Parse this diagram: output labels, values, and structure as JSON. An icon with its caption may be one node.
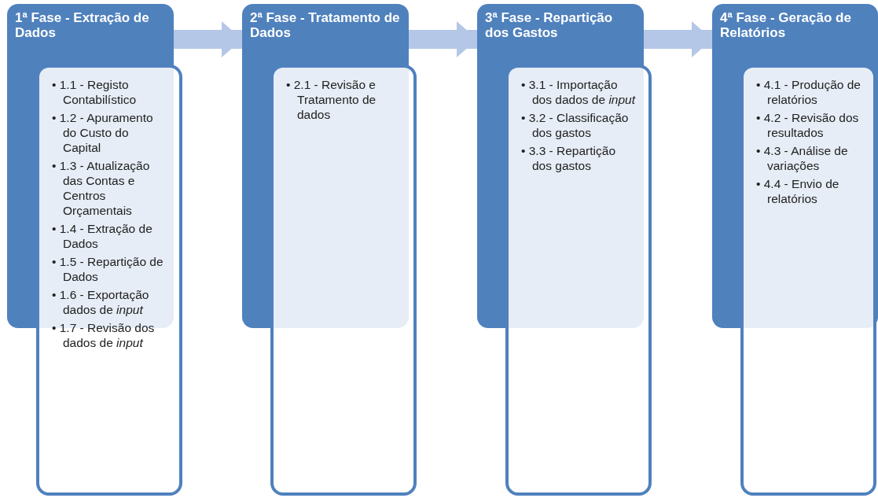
{
  "diagram": {
    "nodes": [
      {
        "text": [
          "1ª Fase - Extração de Dados"
        ]
      },
      {
        "text": [
          "• 1.1 - Registo Contabilístico",
          "• 1.2 - Apuramento do Custo do Capital",
          "• 1.3 - Atualização das Contas e Centros Orçamentais",
          "• 1.4 - Extração de Dados",
          "• 1.5 - Repartição de Dados",
          "• 1.6 - Exportação dados de *input*",
          "• 1.7 - Revisão dos dados de *input*"
        ]
      },
      {
        "text": [
          "2ª Fase - Tratamento de Dados"
        ]
      },
      {
        "text": [
          "• 2.1 - Revisão e Tratamento de dados"
        ]
      },
      {
        "text": [
          "3ª Fase - Repartição dos Gastos"
        ]
      },
      {
        "text": [
          "• 3.1 - Importação dos dados de *input*",
          "• 3.2 - Classificação dos gastos",
          "• 3.3 - Repartição dos gastos"
        ]
      },
      {
        "text": [
          "4ª Fase - Geração de Relatórios"
        ]
      },
      {
        "text": [
          "• 4.1 - Produção de relatórios",
          "• 4.2 - Revisão dos resultados",
          "• 4.3 - Análise de variações",
          "• 4.4 - Envio de relatórios"
        ]
      }
    ],
    "edges": [
      {
        "from": 0,
        "to": 2,
        "arrow": "to"
      },
      {
        "from": 2,
        "to": 4,
        "arrow": "to"
      },
      {
        "from": 4,
        "to": 6,
        "arrow": "to"
      }
    ]
  }
}
